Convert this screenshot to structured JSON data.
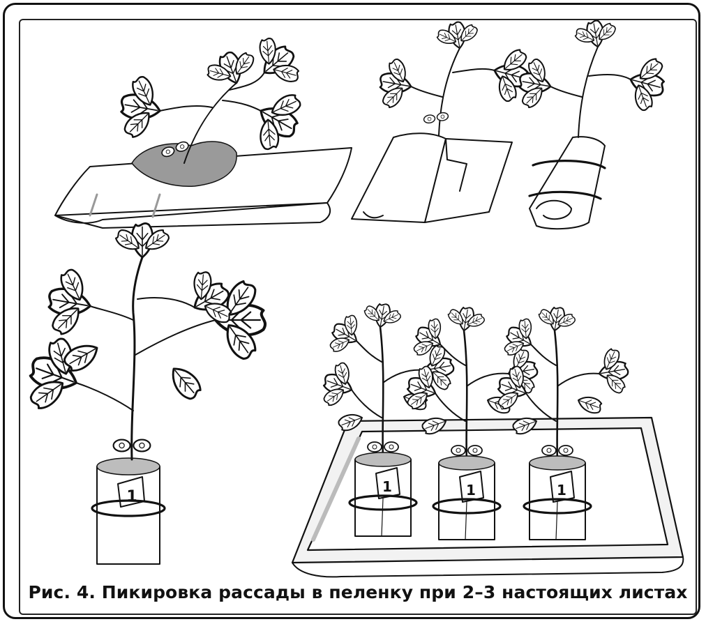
{
  "caption": "Рис. 4.  Пикировка рассады в пеленку при 2–3 настоящих листах",
  "pot_labels": [
    "1",
    "1",
    "1",
    "1"
  ],
  "colors": {
    "ink": "#111111",
    "soil": "#9a9a9a",
    "tray": "#f2f2f2",
    "background": "#ffffff"
  },
  "illustrations": [
    "seedling-on-film-illustration",
    "film-folding-illustration",
    "rolled-diaper-illustration",
    "single-seedling-pot-illustration",
    "tray-with-three-pots-illustration"
  ]
}
